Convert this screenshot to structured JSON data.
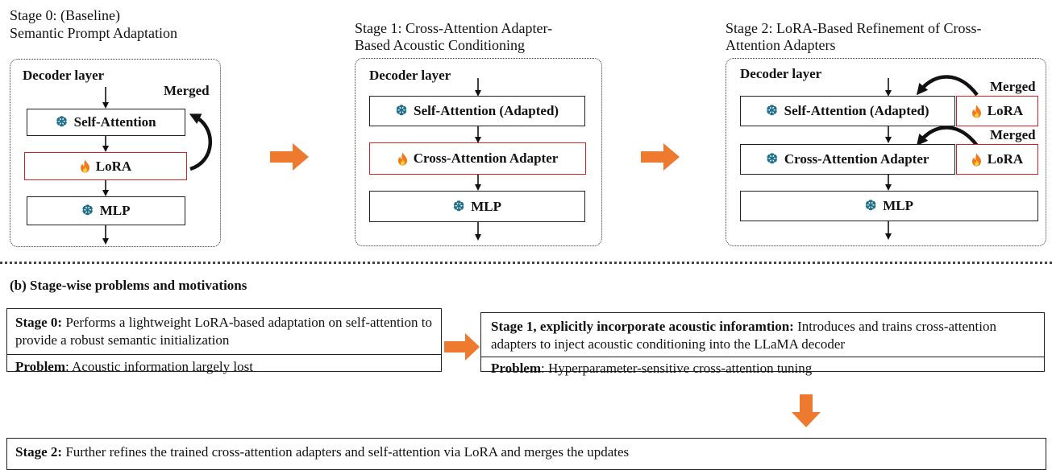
{
  "stage0": {
    "title_line1": "Stage 0: (Baseline)",
    "title_line2": "Semantic Prompt Adaptation",
    "decoder_label": "Decoder layer",
    "merged_label": "Merged",
    "self_attention": "Self-Attention",
    "lora": "LoRA",
    "mlp": "MLP"
  },
  "stage1": {
    "title_line1": "Stage 1: Cross-Attention Adapter-",
    "title_line2": "Based Acoustic Conditioning",
    "decoder_label": "Decoder layer",
    "self_attention": "Self-Attention (Adapted)",
    "cross_attention": "Cross-Attention Adapter",
    "mlp": "MLP"
  },
  "stage2": {
    "title_line1": "Stage 2: LoRA-Based Refinement of Cross-",
    "title_line2": "Attention Adapters",
    "decoder_label": "Decoder layer",
    "merged_label_1": "Merged",
    "merged_label_2": "Merged",
    "self_attention": "Self-Attention (Adapted)",
    "cross_attention": "Cross-Attention Adapter",
    "lora_1": "LoRA",
    "lora_2": "LoRA",
    "mlp": "MLP"
  },
  "section_b": {
    "heading": "(b) Stage-wise problems and motivations",
    "stage0_box": {
      "bold": "Stage 0:",
      "text": " Performs a lightweight LoRA-based adaptation on self-attention to provide a robust semantic initialization",
      "problem_bold": "Problem",
      "problem_text": ": Acoustic information largely lost"
    },
    "stage1_box": {
      "bold": "Stage 1, explicitly incorporate acoustic inforamtion:",
      "text": " Introduces and trains cross-attention adapters to inject acoustic conditioning into the LLaMA decoder",
      "problem_bold": "Problem",
      "problem_text": ": Hyperparameter-sensitive cross-attention tuning"
    },
    "stage2_box": {
      "bold": "Stage 2:",
      "text": " Further refines the trained cross-attention adapters and self-attention via LoRA and merges the updates"
    }
  },
  "icons": {
    "frozen": "snowflake-icon",
    "trainable": "flame-icon",
    "accent_orange": "#ee7a30",
    "lora_border": "#d42020",
    "snow_color": "#1f6f8b"
  }
}
